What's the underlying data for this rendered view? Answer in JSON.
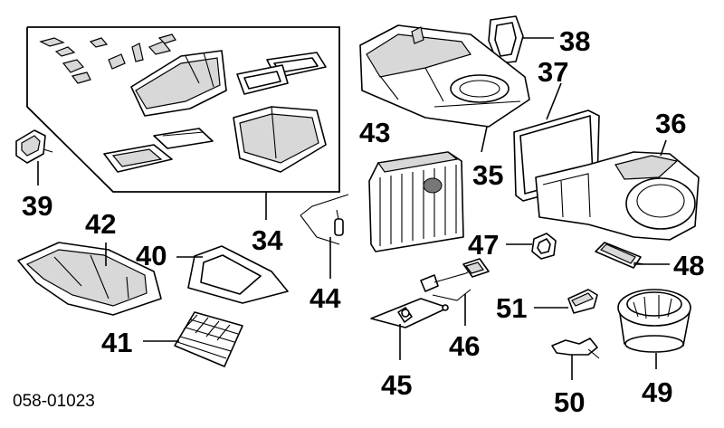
{
  "figure_code": "058-01023",
  "callouts": {
    "p34": "34",
    "p35": "35",
    "p36": "36",
    "p37": "37",
    "p38": "38",
    "p39": "39",
    "p40": "40",
    "p41": "41",
    "p42": "42",
    "p43": "43",
    "p44": "44",
    "p45": "45",
    "p46": "46",
    "p47": "47",
    "p48": "48",
    "p49": "49",
    "p50": "50",
    "p51": "51"
  }
}
